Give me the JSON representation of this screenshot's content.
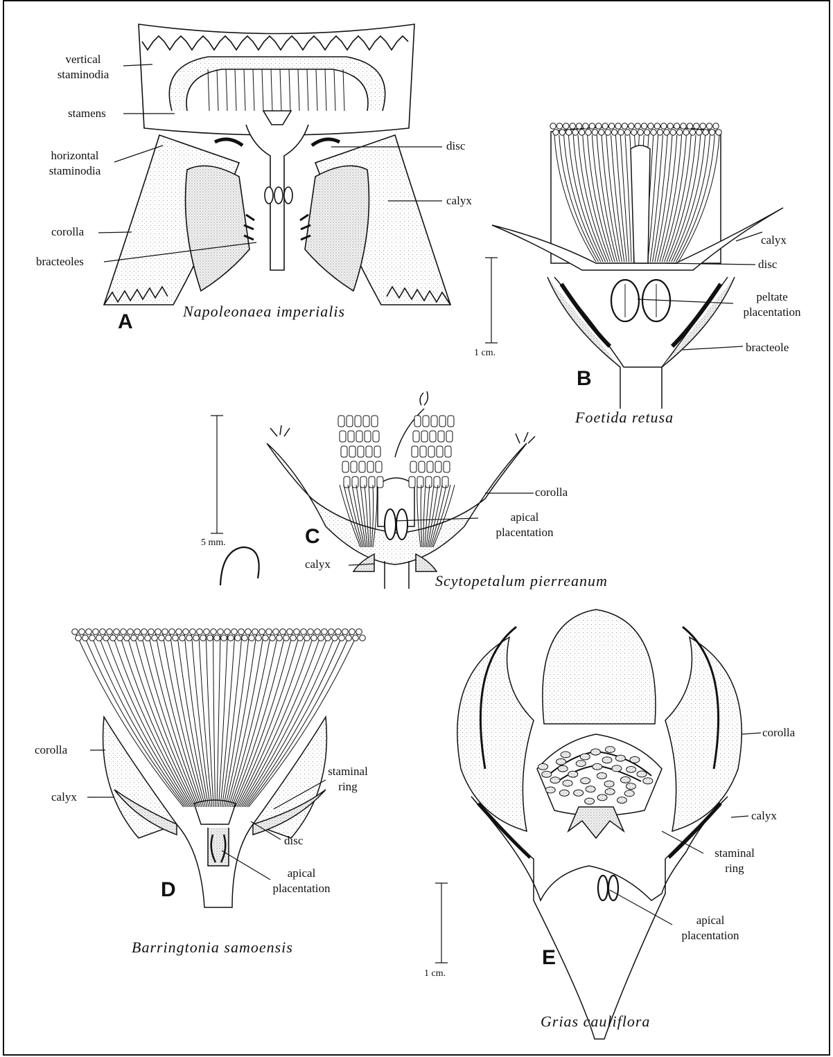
{
  "panels": {
    "A": {
      "letter": "A",
      "species": "Napoleonaea imperialis",
      "labels": {
        "vertical_staminodia": [
          "vertical",
          "staminodia"
        ],
        "stamens": "stamens",
        "horizontal_staminodia": [
          "horizontal",
          "staminodia"
        ],
        "corolla": "corolla",
        "bracteoles": "bracteoles",
        "disc": "disc",
        "calyx": "calyx"
      }
    },
    "B": {
      "letter": "B",
      "species": "Foetida retusa",
      "scale": "1 cm.",
      "labels": {
        "calyx": "calyx",
        "disc": "disc",
        "peltate_placentation": [
          "peltate",
          "placentation"
        ],
        "bracteole": "bracteole"
      }
    },
    "C": {
      "letter": "C",
      "species": "Scytopetalum pierreanum",
      "scale": "5 mm.",
      "labels": {
        "corolla": "corolla",
        "apical_placentation": [
          "apical",
          "placentation"
        ],
        "calyx": "calyx"
      }
    },
    "D": {
      "letter": "D",
      "species": "Barringtonia samoensis",
      "labels": {
        "corolla": "corolla",
        "calyx": "calyx",
        "staminal_ring": [
          "staminal",
          "ring"
        ],
        "disc": "disc",
        "apical_placentation": [
          "apical",
          "placentation"
        ]
      }
    },
    "E": {
      "letter": "E",
      "species": "Grias cauliflora",
      "scale": "1 cm.",
      "labels": {
        "corolla": "corolla",
        "calyx": "calyx",
        "staminal_ring": [
          "staminal",
          "ring"
        ],
        "apical_placentation": [
          "apical",
          "placentation"
        ]
      }
    }
  }
}
